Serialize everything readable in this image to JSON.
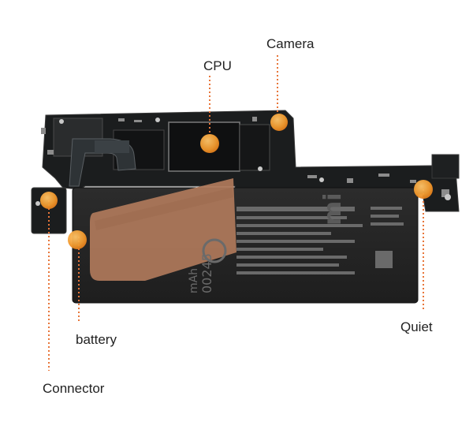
{
  "labels": {
    "camera": "Camera",
    "cpu": "CPU",
    "battery": "battery",
    "quiet": "Quiet",
    "connector": "Connector"
  },
  "battery_print": {
    "logo": "mi",
    "code": "00245",
    "capacity": "mAh"
  },
  "colors": {
    "accent": "#f29a2e",
    "leader": "#e8763a",
    "board": "#1b1d1e",
    "battery": "#262626",
    "flex": "#b07a5b"
  }
}
